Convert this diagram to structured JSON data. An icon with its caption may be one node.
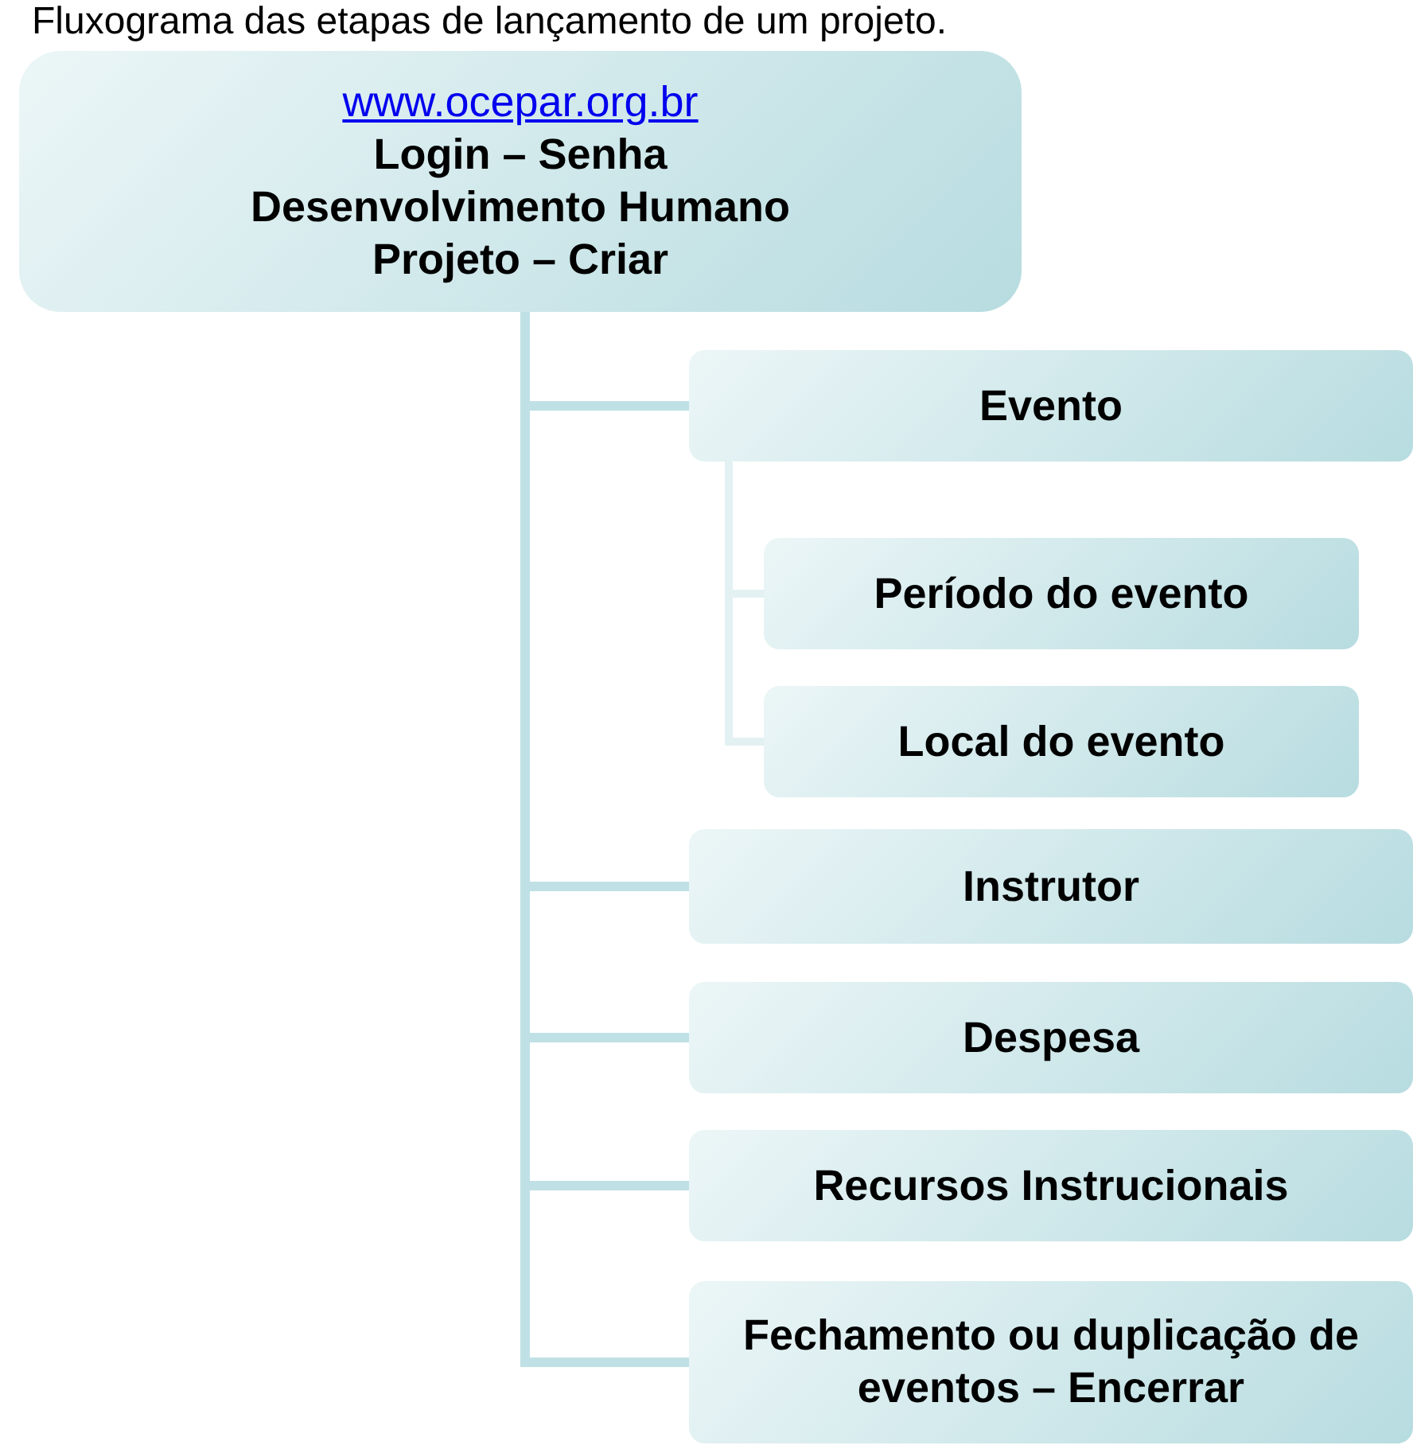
{
  "diagram": {
    "title": "Fluxograma das etapas de lançamento de um projeto.",
    "nodes": [
      {
        "text": [
          "www.ocepar.org.br",
          "Login – Senha",
          "Desenvolvimento Humano",
          "Projeto – Criar"
        ]
      },
      {
        "text": [
          "Evento"
        ]
      },
      {
        "text": [
          "Período do evento"
        ]
      },
      {
        "text": [
          "Local do evento"
        ]
      },
      {
        "text": [
          "Instrutor"
        ]
      },
      {
        "text": [
          "Despesa"
        ]
      },
      {
        "text": [
          "Recursos Instrucionais"
        ]
      },
      {
        "text": [
          "Fechamento ou duplicação de eventos – Encerrar"
        ]
      }
    ],
    "edges": [
      {
        "from": 0,
        "to": 1,
        "arrow": "none"
      },
      {
        "from": 1,
        "to": 2,
        "arrow": "none"
      },
      {
        "from": 1,
        "to": 3,
        "arrow": "none"
      },
      {
        "from": 0,
        "to": 4,
        "arrow": "none"
      },
      {
        "from": 0,
        "to": 5,
        "arrow": "none"
      },
      {
        "from": 0,
        "to": 6,
        "arrow": "none"
      },
      {
        "from": 0,
        "to": 7,
        "arrow": "none"
      }
    ]
  }
}
